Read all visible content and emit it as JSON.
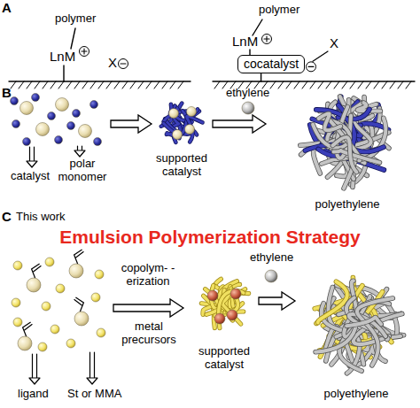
{
  "diagram": {
    "nodes": [
      {
        "text": [
          "cocatalyst"
        ]
      }
    ],
    "labels": [
      "A",
      "polymer",
      "LnM",
      "X",
      "polymer",
      "LnM",
      "X",
      "B",
      "catalyst",
      "polar monomer",
      "supported catalyst",
      "ethylene",
      "polyethylene",
      "C",
      "This work",
      "Emulsion Polymerization Strategy",
      "copolym- -erization",
      "metal precursors",
      "supported catalyst",
      "ethylene",
      "polyethylene",
      "ligand",
      "St or MMA"
    ]
  }
}
